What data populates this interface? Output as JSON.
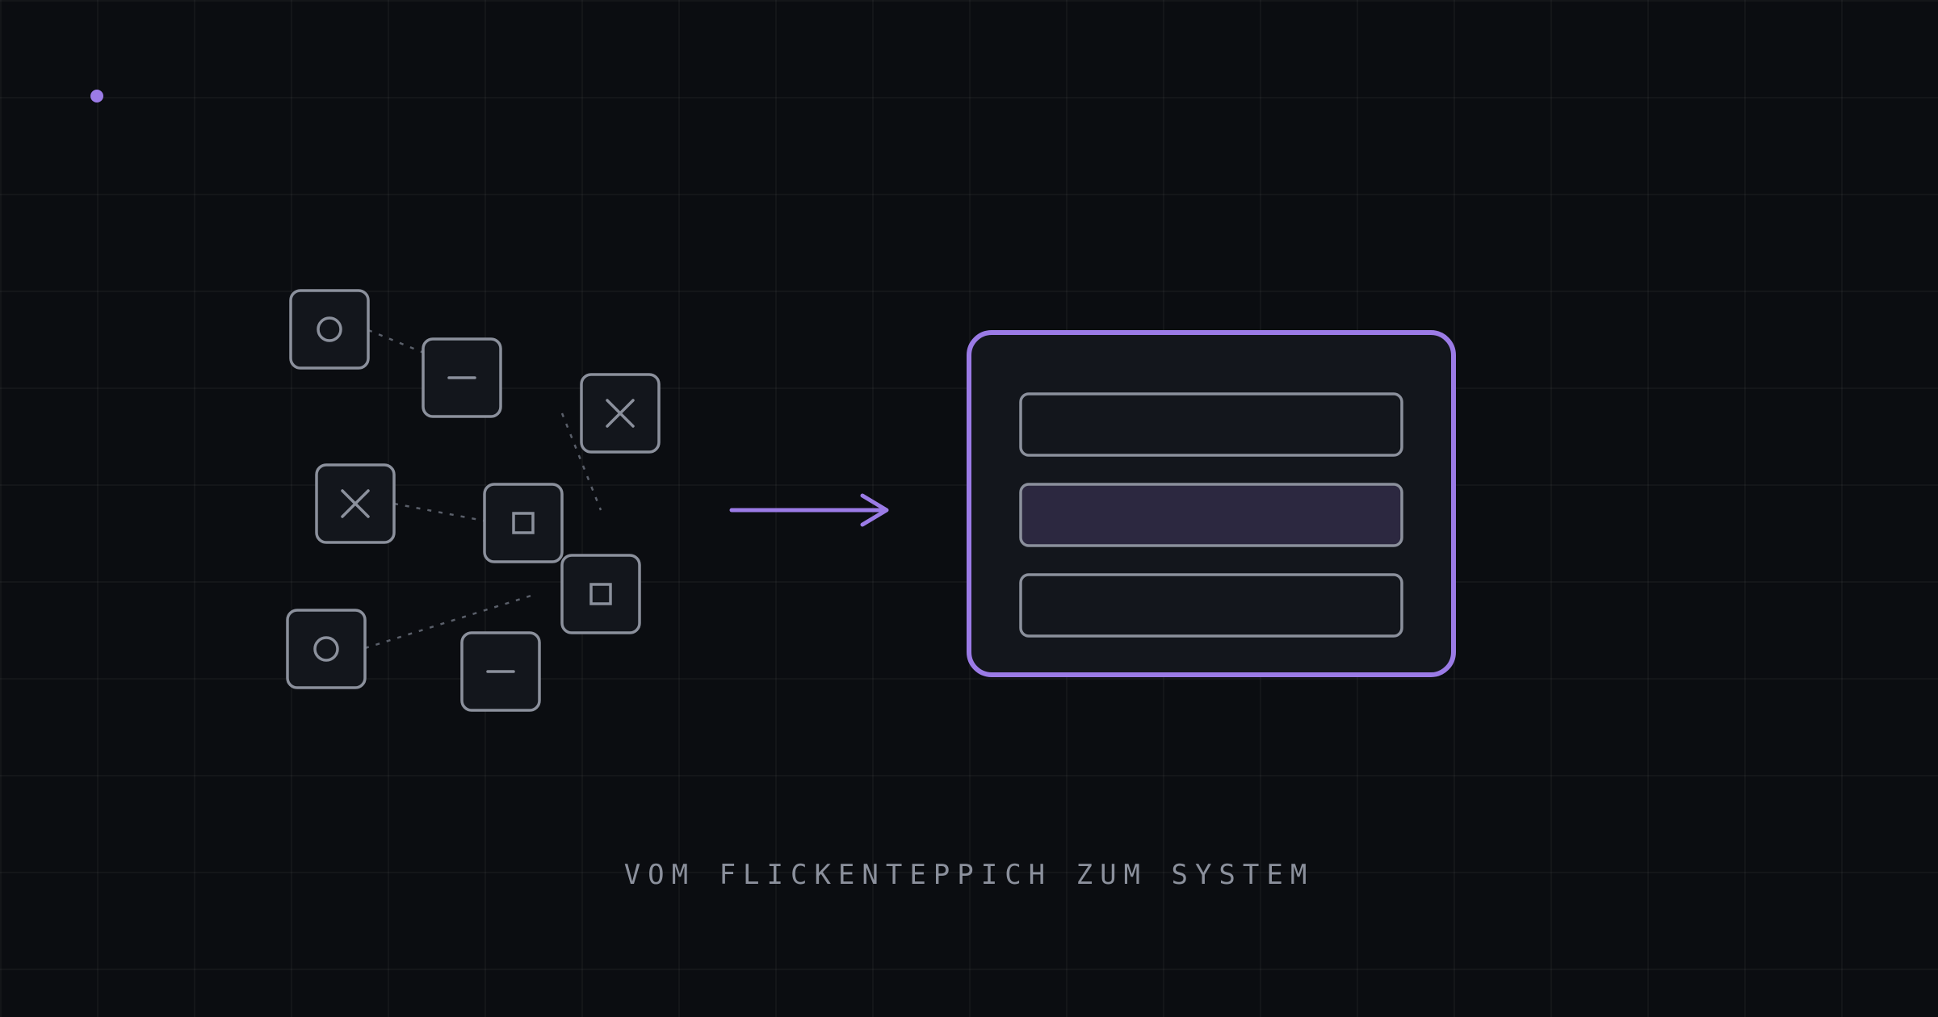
{
  "caption": "VOM FLICKENTEPPICH ZUM SYSTEM",
  "colors": {
    "background": "#0b0d11",
    "tile_fill": "#13161c",
    "tile_stroke": "#8b909c",
    "accent": "#9b7be6",
    "highlight_fill": "#2c2840",
    "connector": "#5a5f6a"
  },
  "diagram": {
    "scattered_tiles": [
      {
        "icon": "circle-icon"
      },
      {
        "icon": "minus-icon"
      },
      {
        "icon": "x-icon"
      },
      {
        "icon": "x-icon"
      },
      {
        "icon": "square-icon"
      },
      {
        "icon": "square-icon"
      },
      {
        "icon": "circle-icon"
      },
      {
        "icon": "minus-icon"
      }
    ],
    "connectors": 4,
    "arrow_icon": "arrow-right-icon",
    "system_panel": {
      "rows": 3,
      "highlighted_row": 2
    },
    "marker_icon": "dot-icon"
  }
}
